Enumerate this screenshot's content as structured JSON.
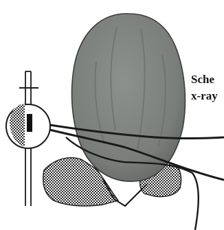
{
  "caption": {
    "line1": "Sche",
    "line2": "x-ray"
  },
  "colors": {
    "background": "#ffffff",
    "seed_fill": "#7f837f",
    "seed_dark": "#5e625e",
    "ink": "#1a1a1a",
    "hatch": "#2a2a2a"
  },
  "parts": {
    "seed": "seed-specimen",
    "tube": "x-ray-tube",
    "beam": "x-ray-beam",
    "support": "support-cushion"
  }
}
